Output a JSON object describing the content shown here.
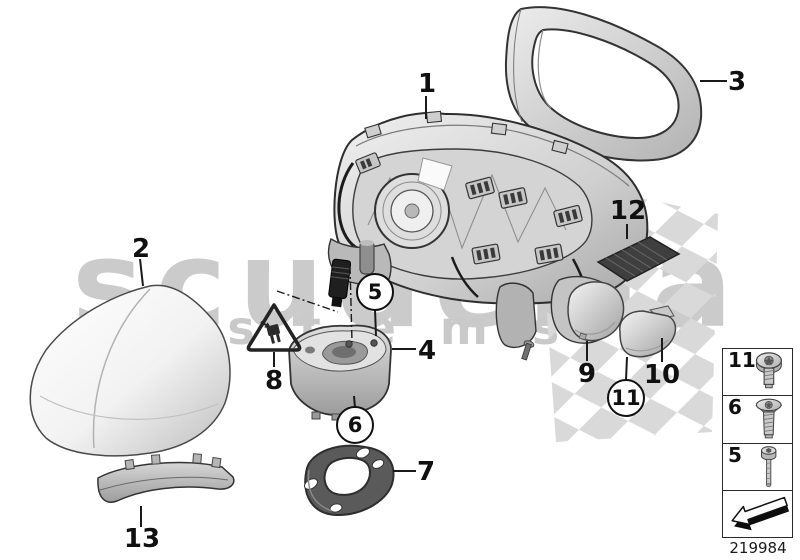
{
  "watermark": {
    "brand": "scuderia",
    "word": "systems",
    "flag_icon": "checkered-flag",
    "color": "#cbcbcb"
  },
  "callouts": {
    "item1": "1",
    "item2": "2",
    "item3": "3",
    "item4": "4",
    "item5": "5",
    "item6": "6",
    "item7": "7",
    "item8": "8",
    "item9": "9",
    "item10": "10",
    "item11": "11",
    "item12": "12",
    "item13": "13"
  },
  "symbols": {
    "warning_triangle_icon": "electrical-connector-warning",
    "plug_icon": "power-plug"
  },
  "legend": {
    "rows": [
      {
        "label": "11",
        "icon": "button-head-screw"
      },
      {
        "label": "6",
        "icon": "countersunk-screw"
      },
      {
        "label": "5",
        "icon": "socket-cap-screw"
      },
      {
        "label": "",
        "icon": "direction-arrow"
      }
    ],
    "part_number": "219984"
  }
}
